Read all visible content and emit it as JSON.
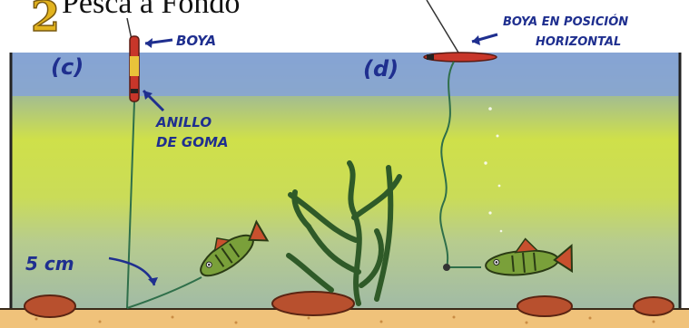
{
  "title": "Pesca a Fondo",
  "title_number": "2",
  "panels": {
    "c": {
      "tag": "(c)"
    },
    "d": {
      "tag": "(d)"
    }
  },
  "labels": {
    "float": "BOYA",
    "rubber_ring_line1": "ANILLO",
    "rubber_ring_line2": "DE GOMA",
    "float_horizontal_line1": "BOYA EN POSICIÓN",
    "float_horizontal_line2": "HORIZONTAL",
    "depth": "5 cm"
  },
  "colors": {
    "sky_water": "#8aa7d6",
    "green_water": "#c9dc4a",
    "deep_water": "#a8c0a0",
    "sand": "#f0c27a",
    "rock": "#b8502e",
    "weed": "#3f7a35",
    "ink": "#1f2f8f",
    "float_red": "#c8362a"
  },
  "icons": [
    "float-icon",
    "fish-icon",
    "rock-icon",
    "weed-icon"
  ]
}
